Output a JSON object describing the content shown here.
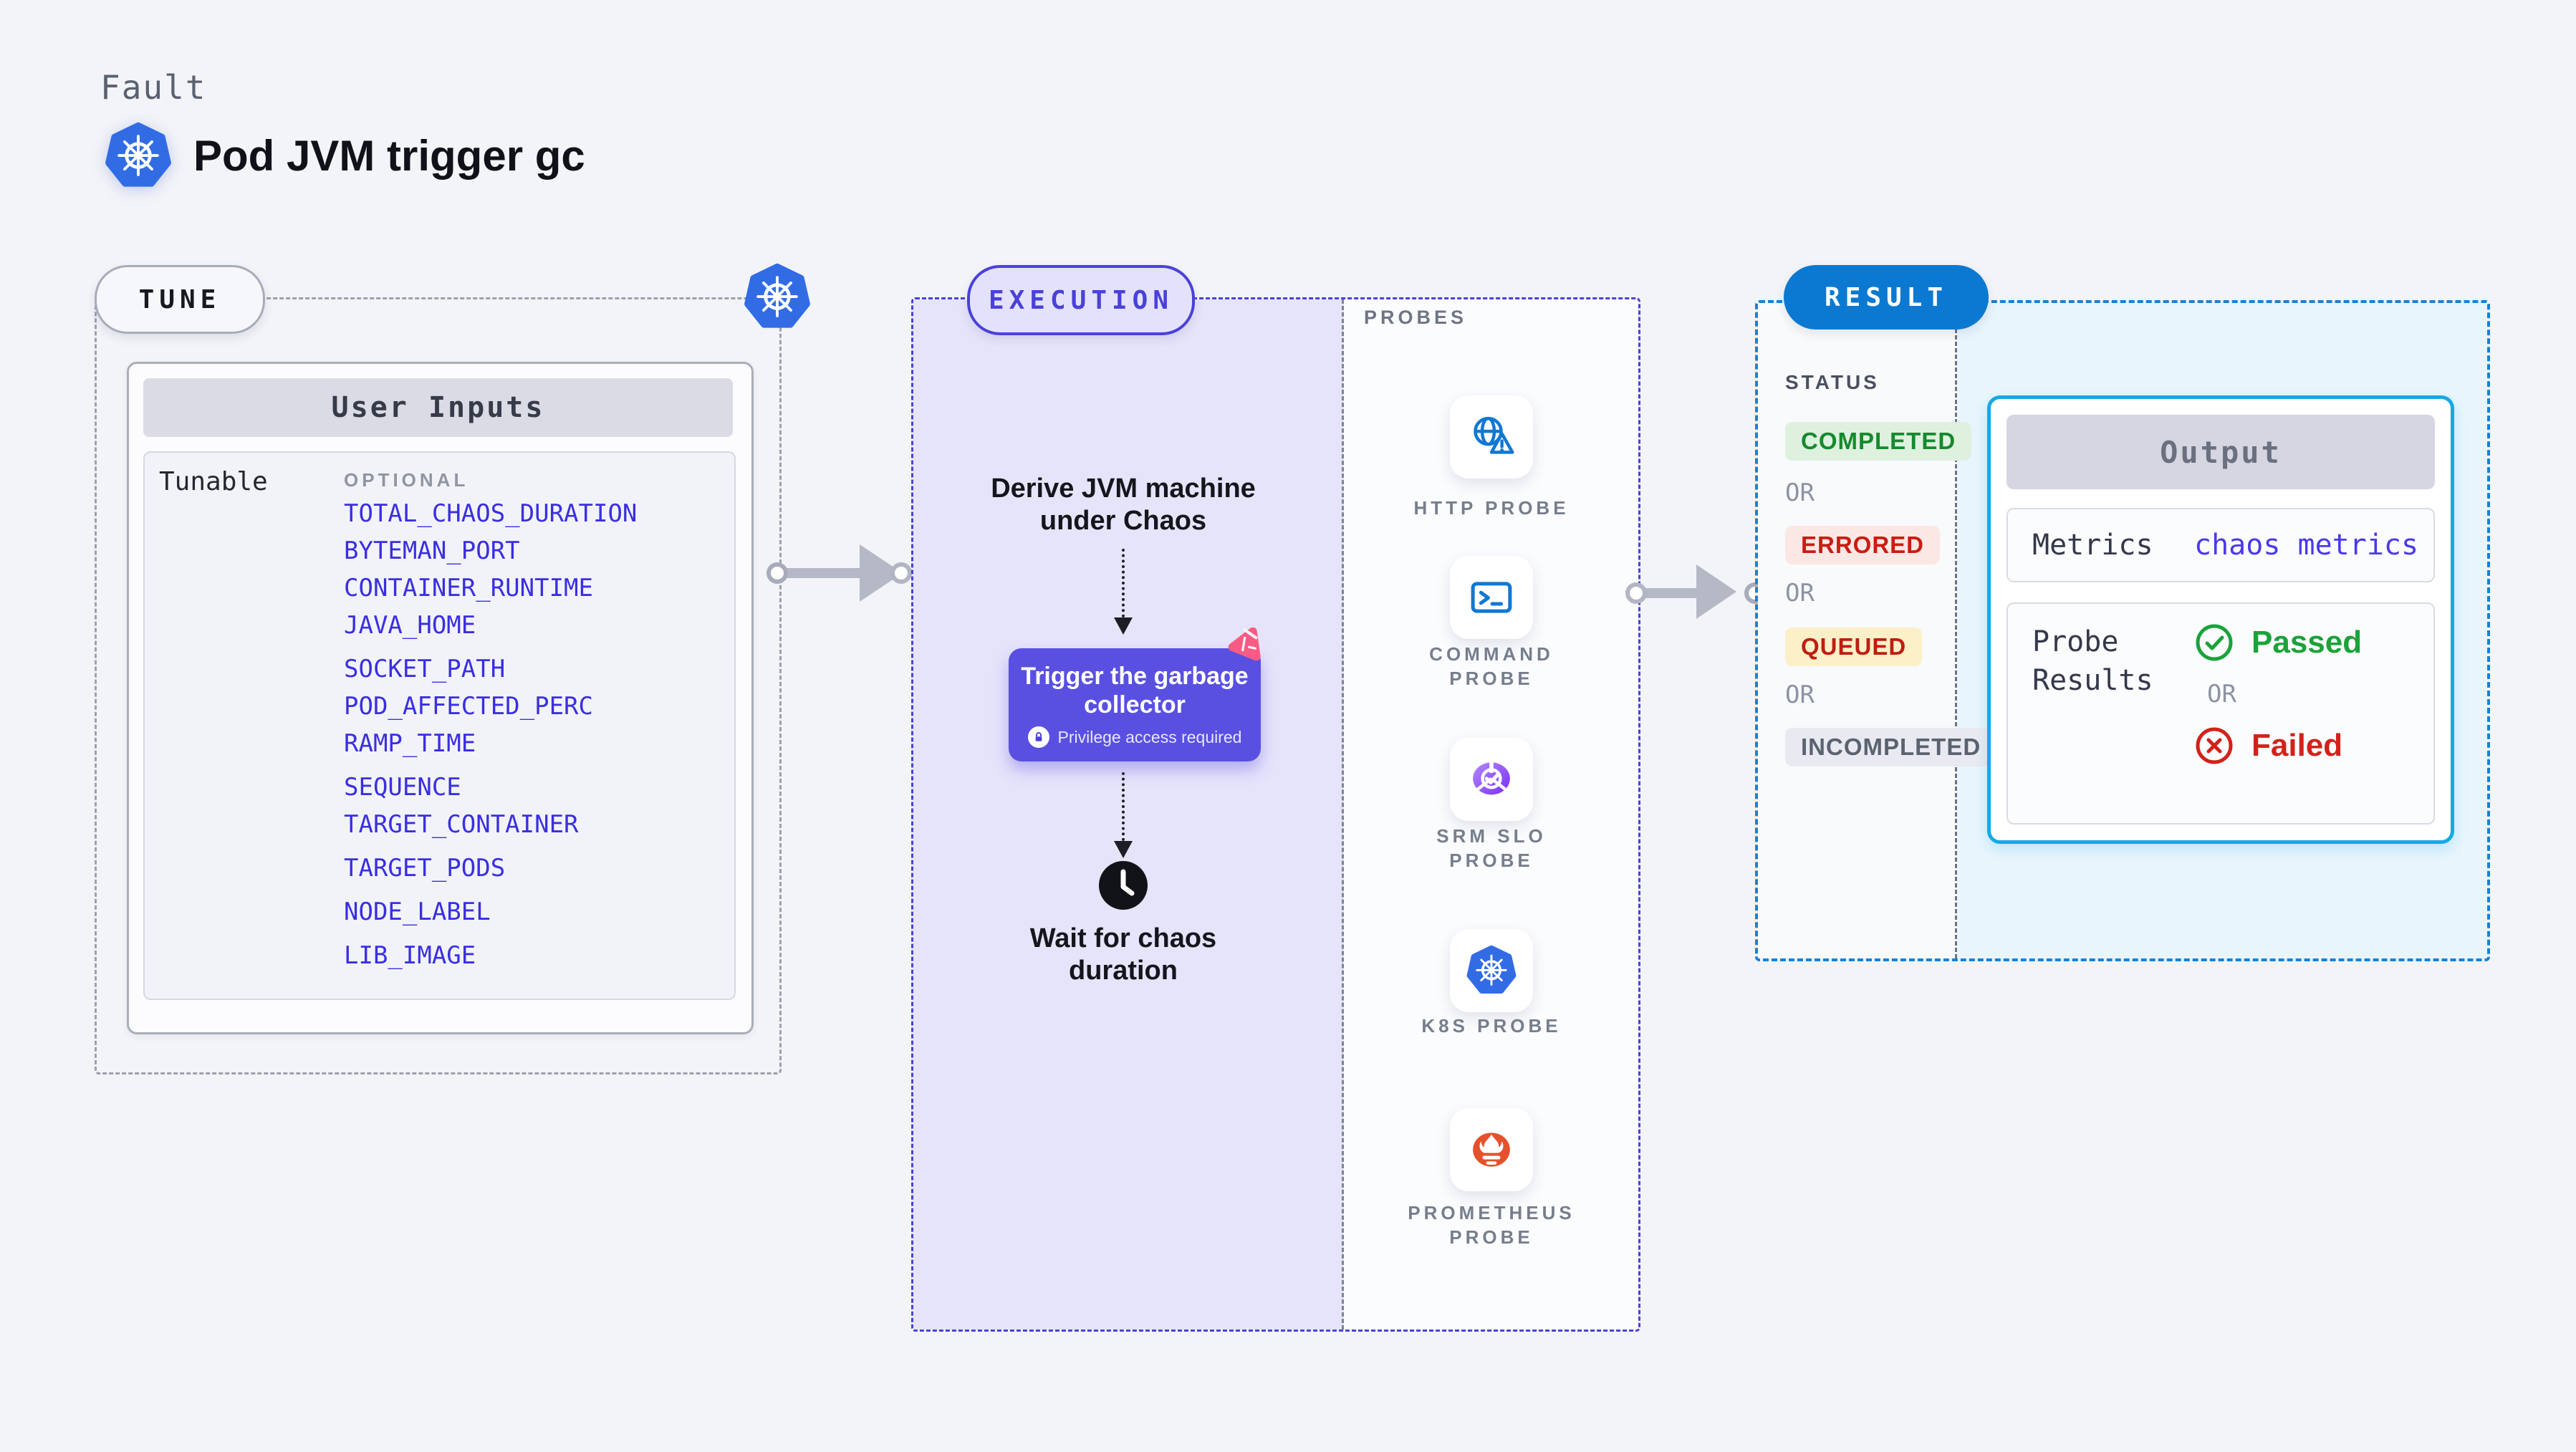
{
  "header": {
    "kicker": "Fault",
    "title": "Pod JVM trigger gc"
  },
  "tune": {
    "badge": "TUNE",
    "card_title": "User Inputs",
    "row_label": "Tunable",
    "column_header": "OPTIONAL",
    "env_vars": [
      "TOTAL_CHAOS_DURATION",
      "BYTEMAN_PORT",
      "CONTAINER_RUNTIME",
      "JAVA_HOME",
      "SOCKET_PATH",
      "POD_AFFECTED_PERC",
      "RAMP_TIME",
      "SEQUENCE",
      "TARGET_CONTAINER",
      "TARGET_PODS",
      "NODE_LABEL",
      "LIB_IMAGE"
    ]
  },
  "execution": {
    "badge": "EXECUTION",
    "step_derive": {
      "line1": "Derive JVM machine",
      "line2": "under Chaos"
    },
    "action": {
      "line1": "Trigger the garbage",
      "line2": "collector",
      "note": "Privilege access required"
    },
    "step_wait": {
      "line1": "Wait for chaos",
      "line2": "duration"
    }
  },
  "probes": {
    "title": "PROBES",
    "items": [
      {
        "label": "HTTP PROBE",
        "icon": "globe-alert-icon"
      },
      {
        "label": "COMMAND PROBE",
        "icon": "terminal-icon"
      },
      {
        "label": "SRM SLO PROBE",
        "icon": "slo-pie-icon"
      },
      {
        "label": "K8S PROBE",
        "icon": "kubernetes-icon"
      },
      {
        "label": "PROMETHEUS PROBE",
        "icon": "prometheus-icon"
      }
    ]
  },
  "result": {
    "badge": "RESULT",
    "status_label": "STATUS",
    "or_label": "OR",
    "statuses": [
      {
        "label": "COMPLETED",
        "kind": "completed"
      },
      {
        "label": "ERRORED",
        "kind": "errored"
      },
      {
        "label": "QUEUED",
        "kind": "queued"
      },
      {
        "label": "INCOMPLETED",
        "kind": "incompleted"
      }
    ],
    "output": {
      "title": "Output",
      "metrics_label": "Metrics",
      "metrics_value": "chaos metrics",
      "probe_results_label_line1": "Probe",
      "probe_results_label_line2": "Results",
      "passed": "Passed",
      "failed": "Failed"
    }
  },
  "colors": {
    "accent_indigo": "#4a41d9",
    "env_link_blue": "#3a2fe0",
    "kubernetes_blue": "#326ce5",
    "result_blue": "#0b79d1",
    "output_border_cyan": "#15a9e5",
    "action_card_purple": "#5950e2",
    "chaos_pink": "#f85c84",
    "passed_green": "#1ba23a",
    "failed_red": "#d2221a",
    "completed_green": "#158a2d",
    "errored_red": "#c91d12",
    "queued_amber_bg": "#fcf0c8",
    "prometheus_orange": "#e5512c"
  }
}
